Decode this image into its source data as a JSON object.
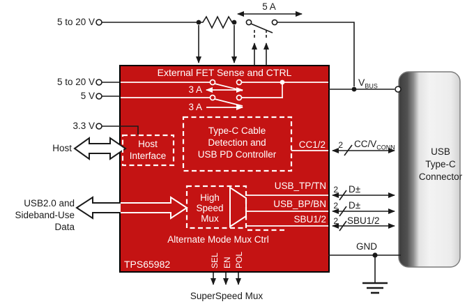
{
  "title": "TPS65982 USB Type-C block diagram",
  "colors": {
    "block_red": "#C41313",
    "wire_black": "#1a1a1a",
    "text_white": "#ffffff",
    "connector_dark": "#454545",
    "connector_light": "#efefef"
  },
  "inputs": {
    "vin_top": "5 to 20 V",
    "vin": "5 to 20 V",
    "v5": "5 V",
    "v33": "3.3 V",
    "host": "Host",
    "usb2_line1": "USB2.0 and",
    "usb2_line2": "Sideband-Use",
    "usb2_line3": "Data"
  },
  "switches": {
    "sw_5a": "5 A",
    "sw_3a_top": "3 A",
    "sw_3a_bottom": "3 A"
  },
  "block": {
    "part_number": "TPS65982",
    "header": "External FET Sense and CTRL",
    "host_interface_line1": "Host",
    "host_interface_line2": "Interface",
    "pd_line1": "Type-C Cable",
    "pd_line2": "Detection and",
    "pd_line3": "USB PD Controller",
    "mux_line1": "High",
    "mux_line2": "Speed",
    "mux_line3": "Mux",
    "alt_mode": "Alternate Mode Mux Ctrl",
    "cc_label": "CC1/2",
    "bus_labels": [
      "USB_TP/TN",
      "USB_BP/BN",
      "SBU1/2"
    ],
    "pins": [
      "SEL",
      "EN",
      "POL"
    ]
  },
  "right": {
    "vbus_main": "V",
    "vbus_sub": "BUS",
    "cc_width": "2",
    "cc_main": "CC/V",
    "cc_sub": "CONN",
    "buses": [
      {
        "width": "2",
        "label": "D±"
      },
      {
        "width": "2",
        "label": "D±"
      },
      {
        "width": "2",
        "label": "SBU1/2"
      }
    ],
    "gnd": "GND"
  },
  "connector": {
    "line1": "USB",
    "line2": "Type-C",
    "line3": "Connector"
  },
  "bottom": {
    "superspeed": "SuperSpeed Mux"
  }
}
